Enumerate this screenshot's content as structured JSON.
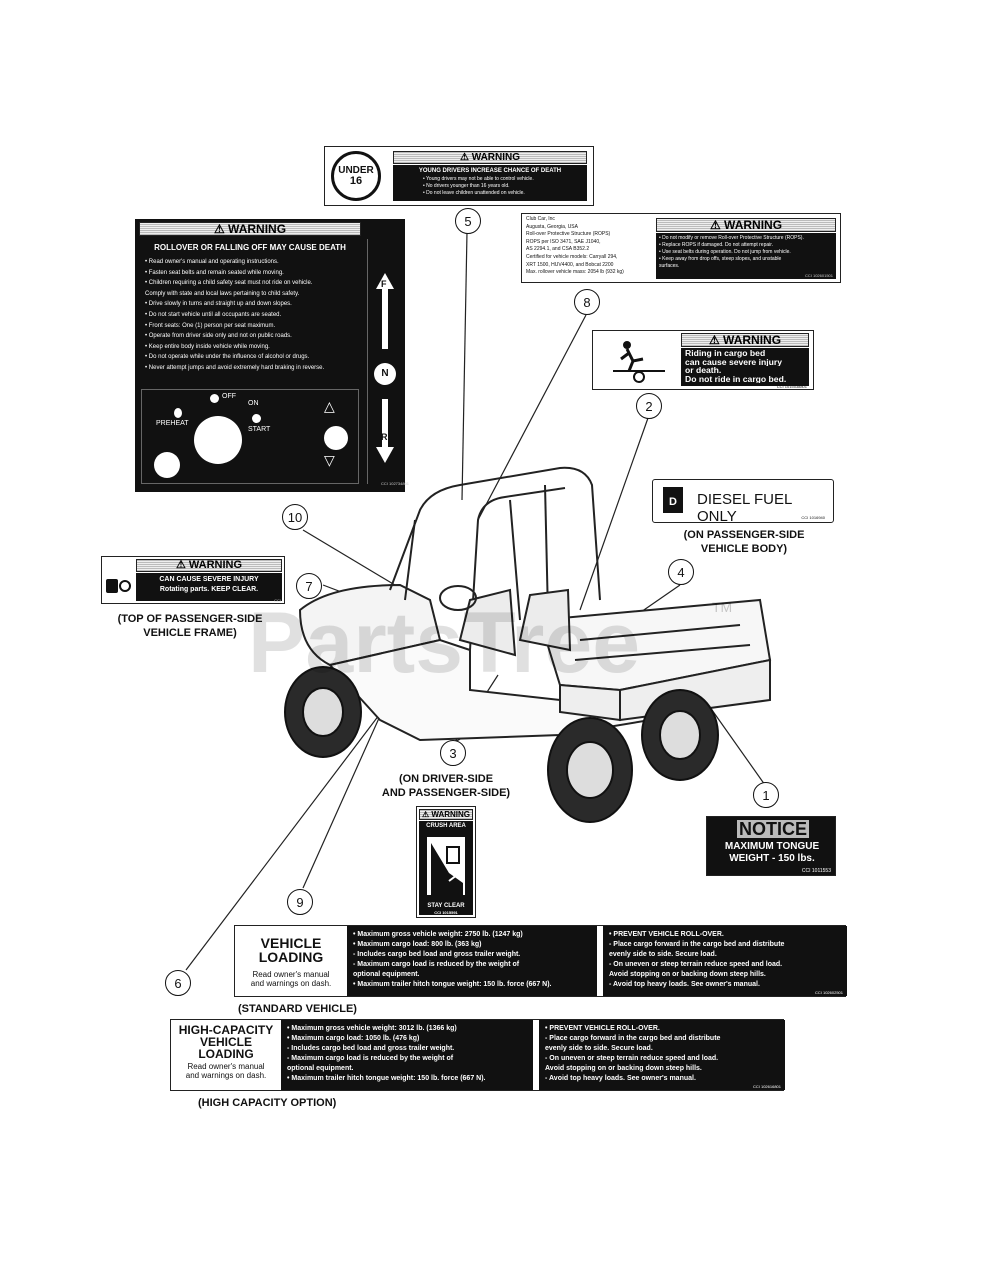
{
  "under16": {
    "badge_top": "UNDER",
    "badge_num": "16",
    "header": "⚠ WARNING",
    "title": "YOUNG DRIVERS INCREASE CHANCE OF DEATH",
    "lines": [
      "• Young drivers may not be able to control vehicle.",
      "• No drivers younger than 16 years old.",
      "• Do not leave children unattended on vehicle."
    ]
  },
  "rollover": {
    "header": "⚠ WARNING",
    "title": "ROLLOVER OR FALLING OFF MAY CAUSE DEATH",
    "lines": [
      "• Read owner's manual and operating instructions.",
      "• Fasten seat belts and remain seated while moving.",
      "• Children requiring a child safety seat must not ride on vehicle.",
      "  Comply with state and local laws pertaining to child safety.",
      "• Drive slowly in turns and straight up and down slopes.",
      "• Do not start vehicle until all occupants are seated.",
      "• Front seats: One (1) person per seat maximum.",
      "• Operate from driver side only and not on public roads.",
      "• Keep entire body inside vehicle while moving.",
      "• Do not operate while under the influence of alcohol or drugs.",
      "• Never attempt jumps and avoid extremely hard braking in reverse."
    ],
    "off": "OFF",
    "on": "ON",
    "preheat": "PREHEAT",
    "start": "START",
    "f": "F",
    "n": "N",
    "r": "R",
    "part": "CCI 102734801"
  },
  "rops": {
    "left_lines": [
      "Club Car, Inc",
      "Augusta, Georgia, USA",
      "Roll-over Protective Structure (ROPS)",
      "ROPS per ISO 3471, SAE J1040,",
      "AS 2294.1, and CSA B352.2",
      "Certified for vehicle models: Carryall 294,",
      "XRT 1500, HUV4400, and Bobcat 2200",
      "Max. rollover vehicle mass: 2054 lb (932 kg)"
    ],
    "header": "⚠ WARNING",
    "lines": [
      "• Do not modify or remove Roll-over Protective Structure (ROPS).",
      "• Replace ROPS if damaged. Do not attempt repair.",
      "• Use seat belts during operation. Do not jump from vehicle.",
      "• Keep away from drop offs, steep slopes, and unstable",
      "  surfaces."
    ],
    "part": "CCI 102601501"
  },
  "cargo": {
    "header": "⚠ WARNING",
    "lines": [
      "Riding in cargo bed",
      "can cause severe injury",
      "or death.",
      "Do not ride in cargo bed."
    ],
    "part": "CCI 1015538801"
  },
  "diesel": {
    "label": "DIESEL FUEL ONLY",
    "icon_letter": "D",
    "part": "CCI 1016940",
    "caption": "(ON PASSENGER-SIDE\nVEHICLE BODY)"
  },
  "rotating": {
    "header": "⚠ WARNING",
    "lines": [
      "CAN CAUSE SEVERE INJURY",
      "Rotating parts. KEEP CLEAR."
    ],
    "part": "CCI",
    "caption": "(TOP OF PASSENGER-SIDE\nVEHICLE FRAME)"
  },
  "side_caption": "(ON DRIVER-SIDE\nAND PASSENGER-SIDE)",
  "notice": {
    "title": "NOTICE",
    "lines": [
      "MAXIMUM TONGUE",
      "WEIGHT - 150 lbs."
    ],
    "part": "CCI 1011553"
  },
  "crush": {
    "header": "⚠ WARNING",
    "title": "CRUSH AREA",
    "footer": "STAY CLEAR",
    "part": "CCI 1015591"
  },
  "vehicle_loading": {
    "title": [
      "VEHICLE",
      "LOADING"
    ],
    "note": "Read owner's manual\nand warnings on dash.",
    "mid": [
      "• Maximum gross vehicle weight: 2750 lb. (1247 kg)",
      "• Maximum cargo load: 800 lb. (363 kg)",
      "  - Includes cargo bed load and gross trailer weight.",
      "  - Maximum cargo load is reduced by the weight of",
      "    optional equipment.",
      "• Maximum trailer hitch tongue weight: 150 lb. force (667 N)."
    ],
    "right": [
      "• PREVENT VEHICLE ROLL-OVER.",
      "  - Place cargo forward in the cargo bed and distribute",
      "    evenly side to side. Secure load.",
      "  - On uneven or steep terrain reduce speed and load.",
      "    Avoid stopping on or backing down steep hills.",
      "  - Avoid top heavy loads. See owner's manual."
    ],
    "part": "CCI 102602501",
    "caption": "(STANDARD VEHICLE)"
  },
  "hc_loading": {
    "title": [
      "HIGH-CAPACITY",
      "VEHICLE",
      "LOADING"
    ],
    "note": "Read owner's manual\nand warnings on dash.",
    "mid": [
      "• Maximum gross vehicle weight: 3012 lb. (1366 kg)",
      "• Maximum cargo load: 1050 lb. (476 kg)",
      "  - Includes cargo bed load and gross trailer weight.",
      "  - Maximum cargo load is reduced by the weight of",
      "    optional equipment.",
      "• Maximum trailer hitch tongue weight: 150 lb. force (667 N)."
    ],
    "right": [
      "• PREVENT VEHICLE ROLL-OVER.",
      "  - Place cargo forward in the cargo bed and distribute",
      "    evenly side to side. Secure load.",
      "  - On uneven or steep terrain reduce speed and load.",
      "    Avoid stopping on or backing down steep hills.",
      "  - Avoid top heavy loads. See owner's manual."
    ],
    "part": "CCI 102616801",
    "caption": "(HIGH CAPACITY OPTION)"
  },
  "callouts": [
    "1",
    "2",
    "3",
    "4",
    "5",
    "6",
    "7",
    "8",
    "9",
    "10"
  ],
  "watermark": "PartsTree",
  "tm": "TM"
}
